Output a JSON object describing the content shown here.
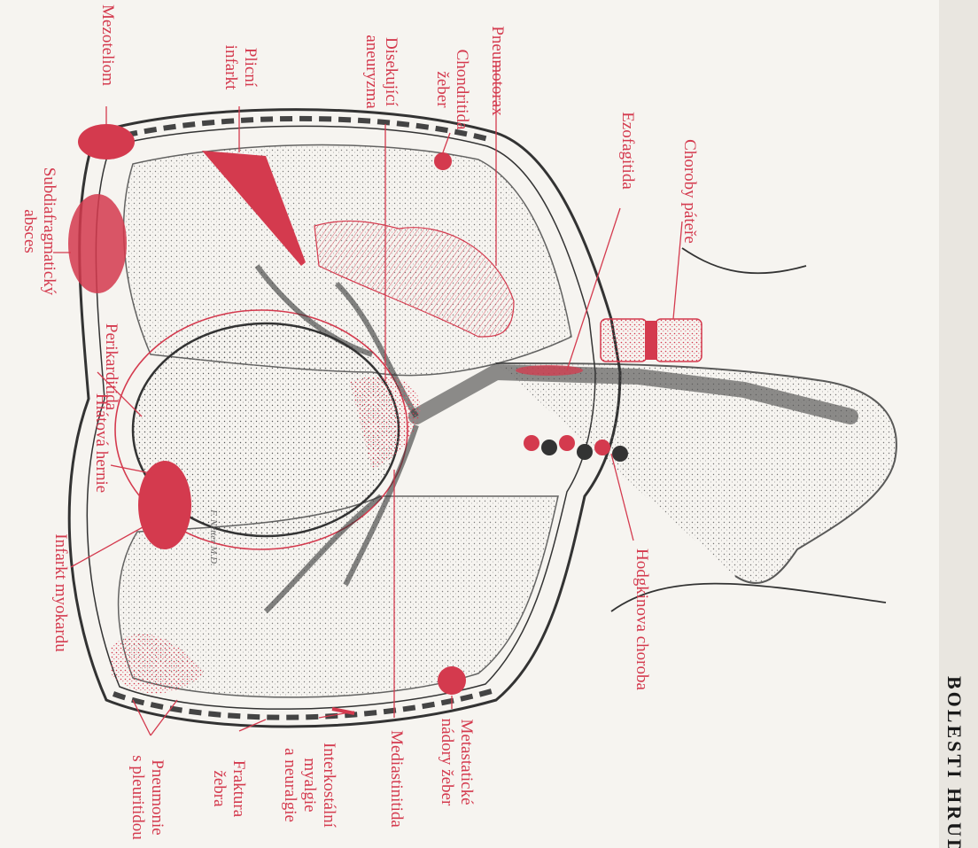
{
  "labels": {
    "mezoteliom": "Mezoteliom",
    "plicni_infarkt": "Plicní\ninfarkt",
    "disekujici_aneuryzma": "Disekující\naneuryzma",
    "pneumotorax": "Pneumotorax",
    "chondritida": "Chondritida\nžeber",
    "ezofagitida": "Ezofagitida",
    "choroby_patere": "Choroby páteře",
    "subdiafragmaticky_absces": "Subdiafragmatický\nabsces",
    "perikarditida": "Perikarditida",
    "hiatova_hernie": "Hiátová hernie",
    "infarkt_myokardu": "Infarkt myokardu",
    "hodgkinova_choroba": "Hodgkinova choroba",
    "metastaticke_nadory": "Metastatické\nnádory žeber",
    "mediastinitida": "Mediastinitida",
    "interkostalni": "Interkostální\nmyalgie\na neuralgie",
    "fraktura_zebra": "Fraktura\nžebra",
    "pneumonie": "Pneumonie\ns pleuritidou"
  },
  "header_fragment": "BOLESTI HRUDNÍ",
  "illustrator_signature": "F. Netter M.D.",
  "colors": {
    "accent_red": "#d43a4e",
    "ink": "#333333",
    "paper": "#f6f4f0"
  }
}
